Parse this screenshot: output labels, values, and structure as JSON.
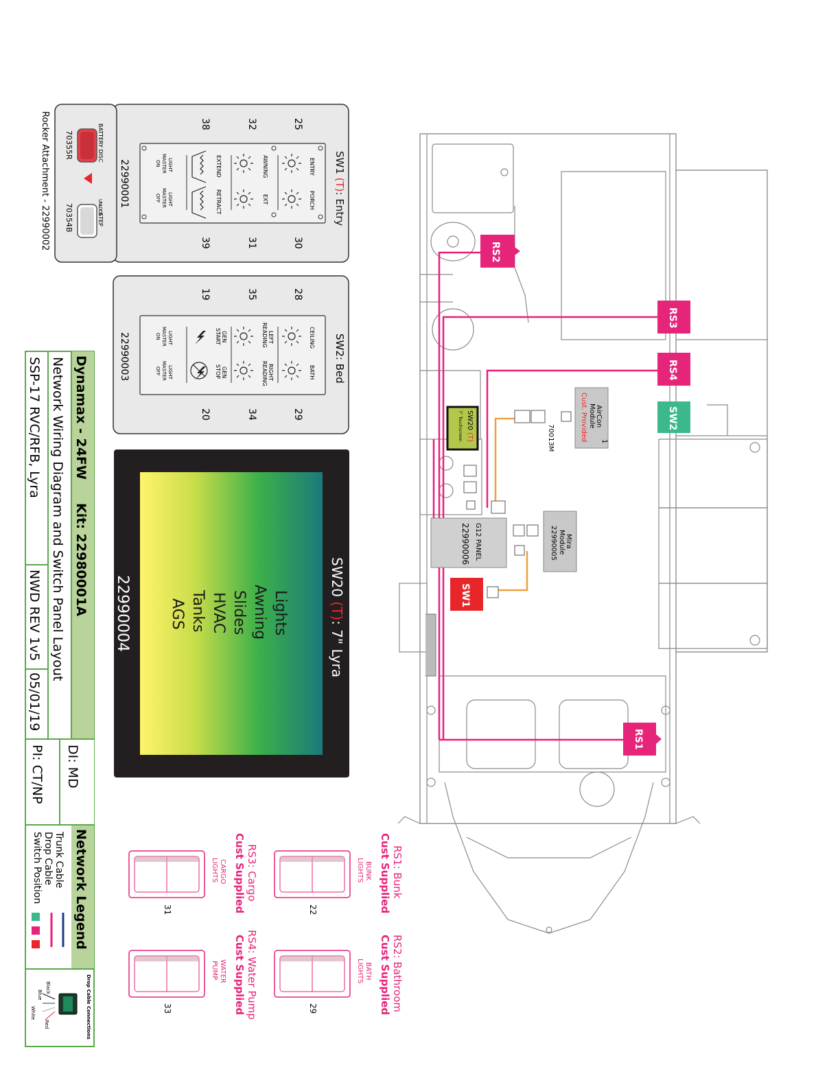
{
  "colors": {
    "trunk": "#1f3a8a",
    "drop": "#e91e7a",
    "orange": "#f0a040",
    "switch_green": "#3cb98a",
    "rs_pink": "#e6247a",
    "sw1_red": "#e8262a",
    "title_green": "#b8d49a",
    "touch_red": "#e8262a"
  },
  "sw1": {
    "title_prefix": "SW1 ",
    "title_t": "(T)",
    "title_suffix": ": Entry",
    "part": "22990001",
    "positions": {
      "p25": "25",
      "p32": "32",
      "p38": "38",
      "p30": "30",
      "p31": "31",
      "p39": "39"
    },
    "buttons": {
      "entry": "ENTRY",
      "porch": "PORCH",
      "awning": "AWNING",
      "ext": "EXT",
      "extend": "EXTEND",
      "retract": "RETRACT",
      "master_on_1": "LIGHT",
      "master_on_2": "MASTER",
      "master_on_3": "ON",
      "master_off_1": "LIGHT",
      "master_off_2": "MASTER",
      "master_off_3": "OFF"
    }
  },
  "sw2": {
    "title": "SW2: Bed",
    "part": "22990003",
    "positions": {
      "p28": "28",
      "p35": "35",
      "p19": "19",
      "p29": "29",
      "p34": "34",
      "p20": "20"
    },
    "buttons": {
      "ceiling": "CEILING",
      "bath": "BATH",
      "left_1": "LEFT",
      "left_2": "READING",
      "right_1": "RIGHT",
      "right_2": "READING",
      "gen_start_1": "GEN",
      "gen_start_2": "START",
      "gen_stop_1": "GEN",
      "gen_stop_2": "STOP",
      "master_on_1": "LIGHT",
      "master_on_2": "MASTER",
      "master_on_3": "ON",
      "master_off_1": "LIGHT",
      "master_off_2": "MASTER",
      "master_off_3": "OFF"
    }
  },
  "rocker": {
    "caption": "Rocker Attachment - 22990002",
    "battery_label": "BATTERY DISC",
    "step_label": "STEP",
    "unlock": "UNLOCK",
    "lock": "LOCK",
    "left_part": "70355R",
    "right_part": "70354B"
  },
  "sw20": {
    "title_prefix": "SW20 ",
    "title_t": "(T)",
    "title_suffix": ": 7\" Lyra",
    "features": [
      "Lights",
      "Awning",
      "Slides",
      "HVAC",
      "Tanks",
      "AGS"
    ],
    "part": "22990004"
  },
  "title_block": {
    "model": "Dynamax - 24FW",
    "kit": "Kit: 22980001A",
    "description": "Network Wiring Diagram and Switch Panel Layout",
    "system": "SSP-17 RVC/RFB, Lyra",
    "rev": "NWD REV 1v5",
    "date": "05/01/19",
    "di": "DI: MD",
    "pi": "PI: CT/NP"
  },
  "legend": {
    "title": "Network Legend",
    "trunk": "Trunk Cable",
    "drop": "Drop Cable",
    "switch": "Switch Position",
    "drop_conn_title": "Drop Cable Connections",
    "black": "Black",
    "red": "Red",
    "blue": "Blue",
    "white": "White"
  },
  "floorplan": {
    "rs1": "RS1",
    "rs2": "RS2",
    "rs3": "RS3",
    "rs4": "RS4",
    "sw2_tag": "SW2",
    "sw1_tag": "SW1",
    "g12_label": "G12 PANEL",
    "g12_part": "22990006",
    "mira_1": "Mira",
    "mira_2": "Module",
    "mira_part": "22990005",
    "aircon_1": "AirCon",
    "aircon_2": "Module",
    "aircon_num": "1",
    "aircon_cust": "Cust. Provided",
    "part_70013m": "70013M",
    "sw20_box_1": "SW20",
    "sw20_box_t": "(T)",
    "sw20_box_2": "7\" Touchscreen"
  },
  "remote_switches": {
    "rs1_title": "RS1: Bunk",
    "rs1_cust": "Cust Supplied",
    "rs1_label_1": "BUNK",
    "rs1_label_2": "LIGHTS",
    "rs1_pos": "22",
    "rs2_title": "RS2: Bathroom",
    "rs2_cust": "Cust Supplied",
    "rs2_label_1": "BATH",
    "rs2_label_2": "LIGHTS",
    "rs2_pos": "29",
    "rs3_title": "RS3: Cargo",
    "rs3_cust": "Cust Supplied",
    "rs3_label_1": "CARGO",
    "rs3_label_2": "LIGHTS",
    "rs3_pos": "31",
    "rs4_title": "RS4: Water Pump",
    "rs4_cust": "Cust Supplied",
    "rs4_label_1": "WATER",
    "rs4_label_2": "PUMP",
    "rs4_pos": "33"
  }
}
